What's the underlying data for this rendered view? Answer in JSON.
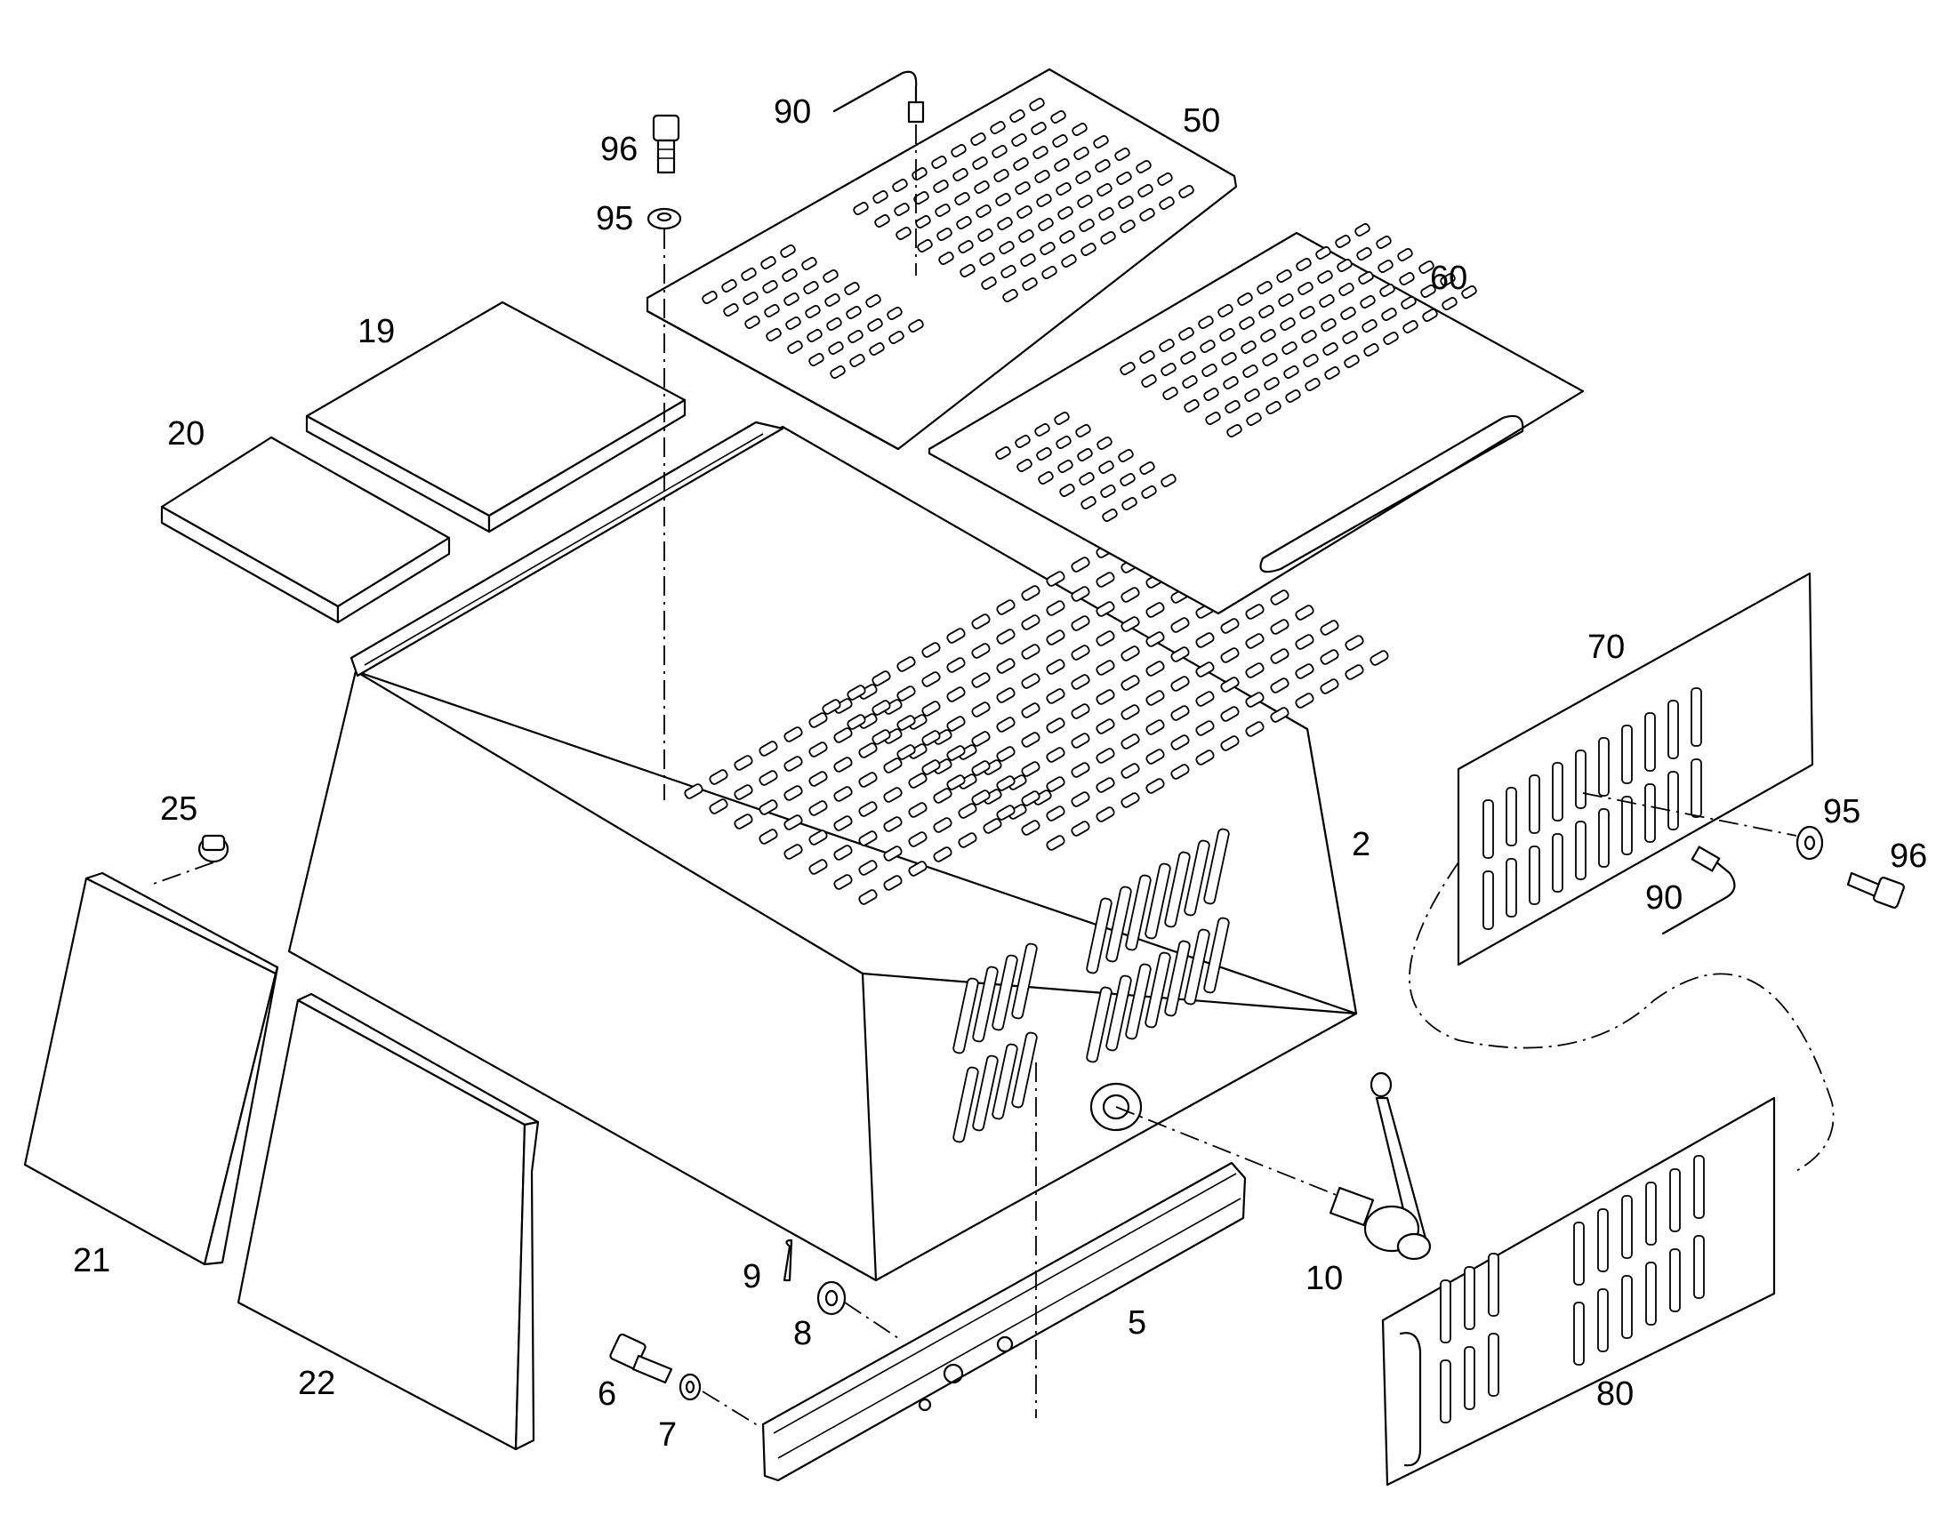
{
  "callouts": {
    "c2": "2",
    "c5": "5",
    "c6": "6",
    "c7": "7",
    "c8": "8",
    "c9": "9",
    "c10": "10",
    "c19": "19",
    "c20": "20",
    "c21": "21",
    "c22": "22",
    "c25": "25",
    "c50": "50",
    "c60": "60",
    "c70": "70",
    "c80": "80",
    "c90a": "90",
    "c90b": "90",
    "c95a": "95",
    "c95b": "95",
    "c96a": "96",
    "c96b": "96"
  }
}
